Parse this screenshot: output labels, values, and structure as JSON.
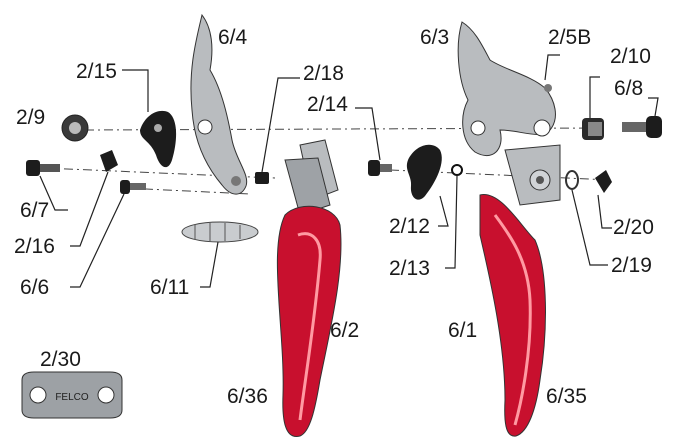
{
  "brand_stamp": "FELCO",
  "colors": {
    "handle_red": "#c8102e",
    "metal": "#b9bcbf",
    "dark_part": "#1c1c1c",
    "label_text": "#1a1a1a"
  },
  "labels": {
    "p6_4": "6/4",
    "p2_15": "2/15",
    "p2_18": "2/18",
    "p2_14": "2/14",
    "p2_9": "2/9",
    "p6_7": "6/7",
    "p2_16": "2/16",
    "p6_6": "6/6",
    "p6_11": "6/11",
    "p6_2": "6/2",
    "p6_36": "6/36",
    "p2_30": "2/30",
    "p6_3": "6/3",
    "p2_5B": "2/5B",
    "p2_10": "2/10",
    "p6_8": "6/8",
    "p2_12": "2/12",
    "p2_13": "2/13",
    "p2_20": "2/20",
    "p2_19": "2/19",
    "p6_1": "6/1",
    "p6_35": "6/35"
  }
}
